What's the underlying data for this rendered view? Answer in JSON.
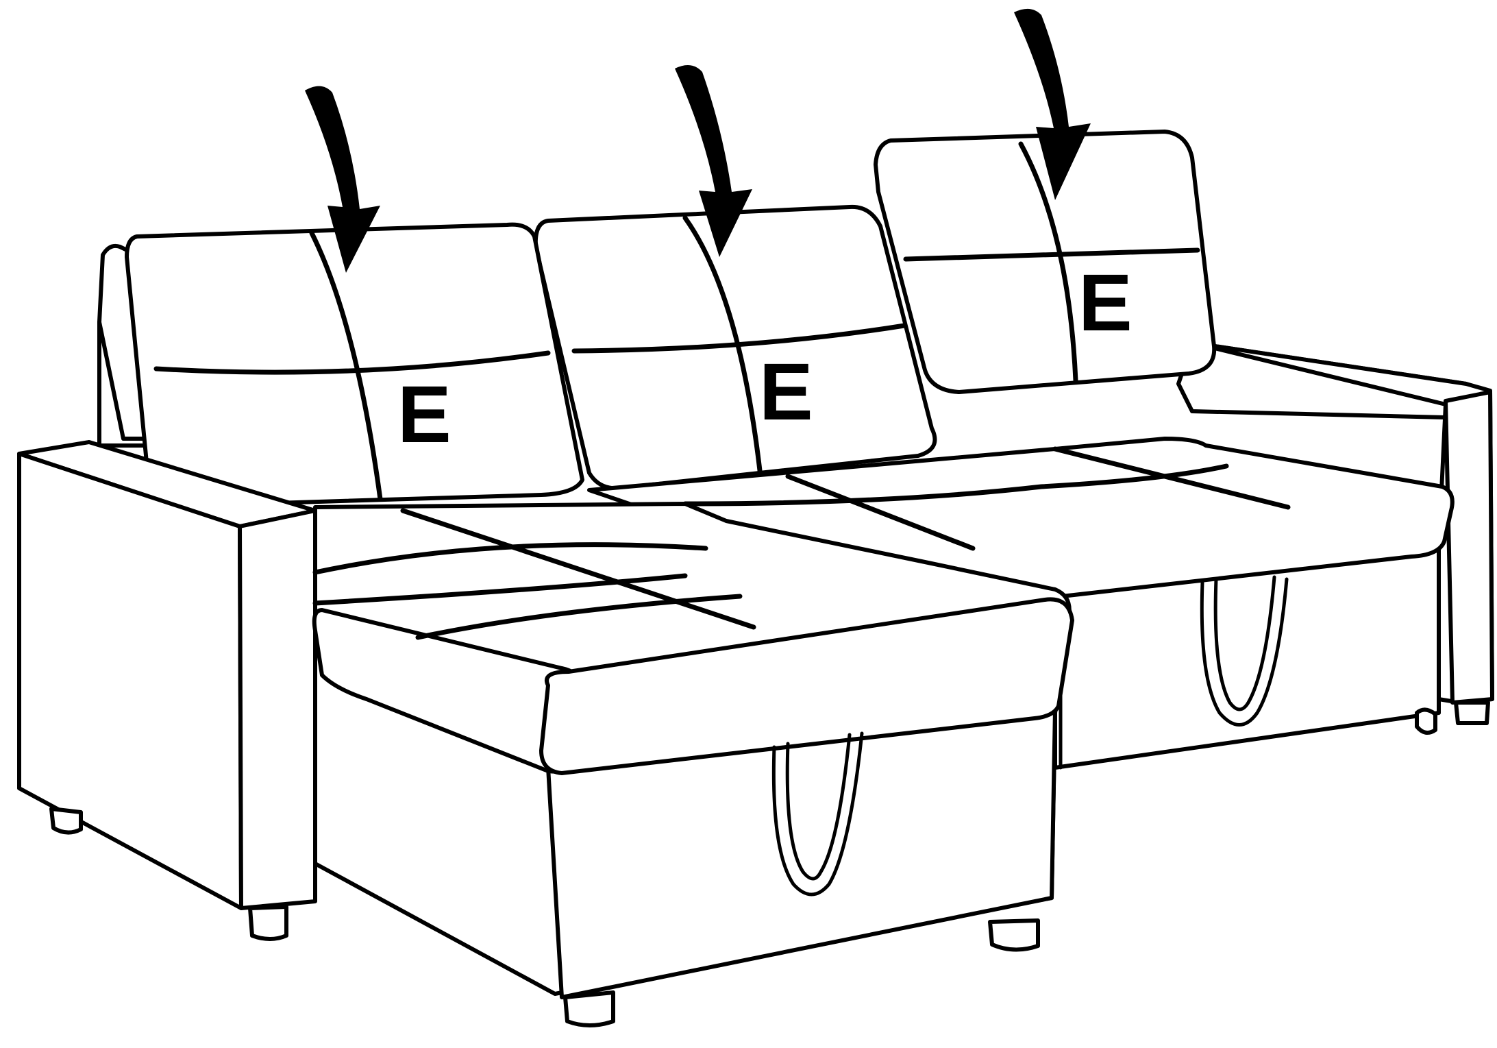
{
  "diagram": {
    "cushion_labels": [
      "E",
      "E",
      "E"
    ],
    "arrow_count": 3
  }
}
